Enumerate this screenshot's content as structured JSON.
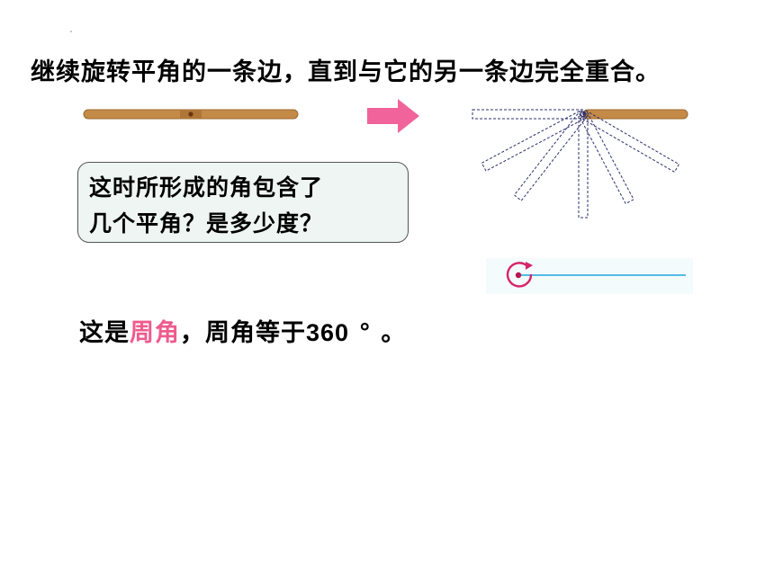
{
  "title": "继续旋转平角的一条边，直到与它的另一条边完全重合。",
  "question": {
    "line1": "这时所形成的角包含了",
    "line2": "几个平角？是多少度？"
  },
  "answer": {
    "prefix": "这是",
    "term": "周角",
    "suffix": "，周角等于",
    "value": "360",
    "unit": "°",
    "end": "。"
  },
  "colors": {
    "stick": "#c38a48",
    "arrow": "#f0649b",
    "dashed": "#2b2f6b",
    "ray": "#3bb3e3",
    "angle_mark": "#d6246a",
    "term": "#ee5b8c"
  },
  "icons": [
    "right-arrow-icon",
    "full-angle-mark-icon"
  ]
}
